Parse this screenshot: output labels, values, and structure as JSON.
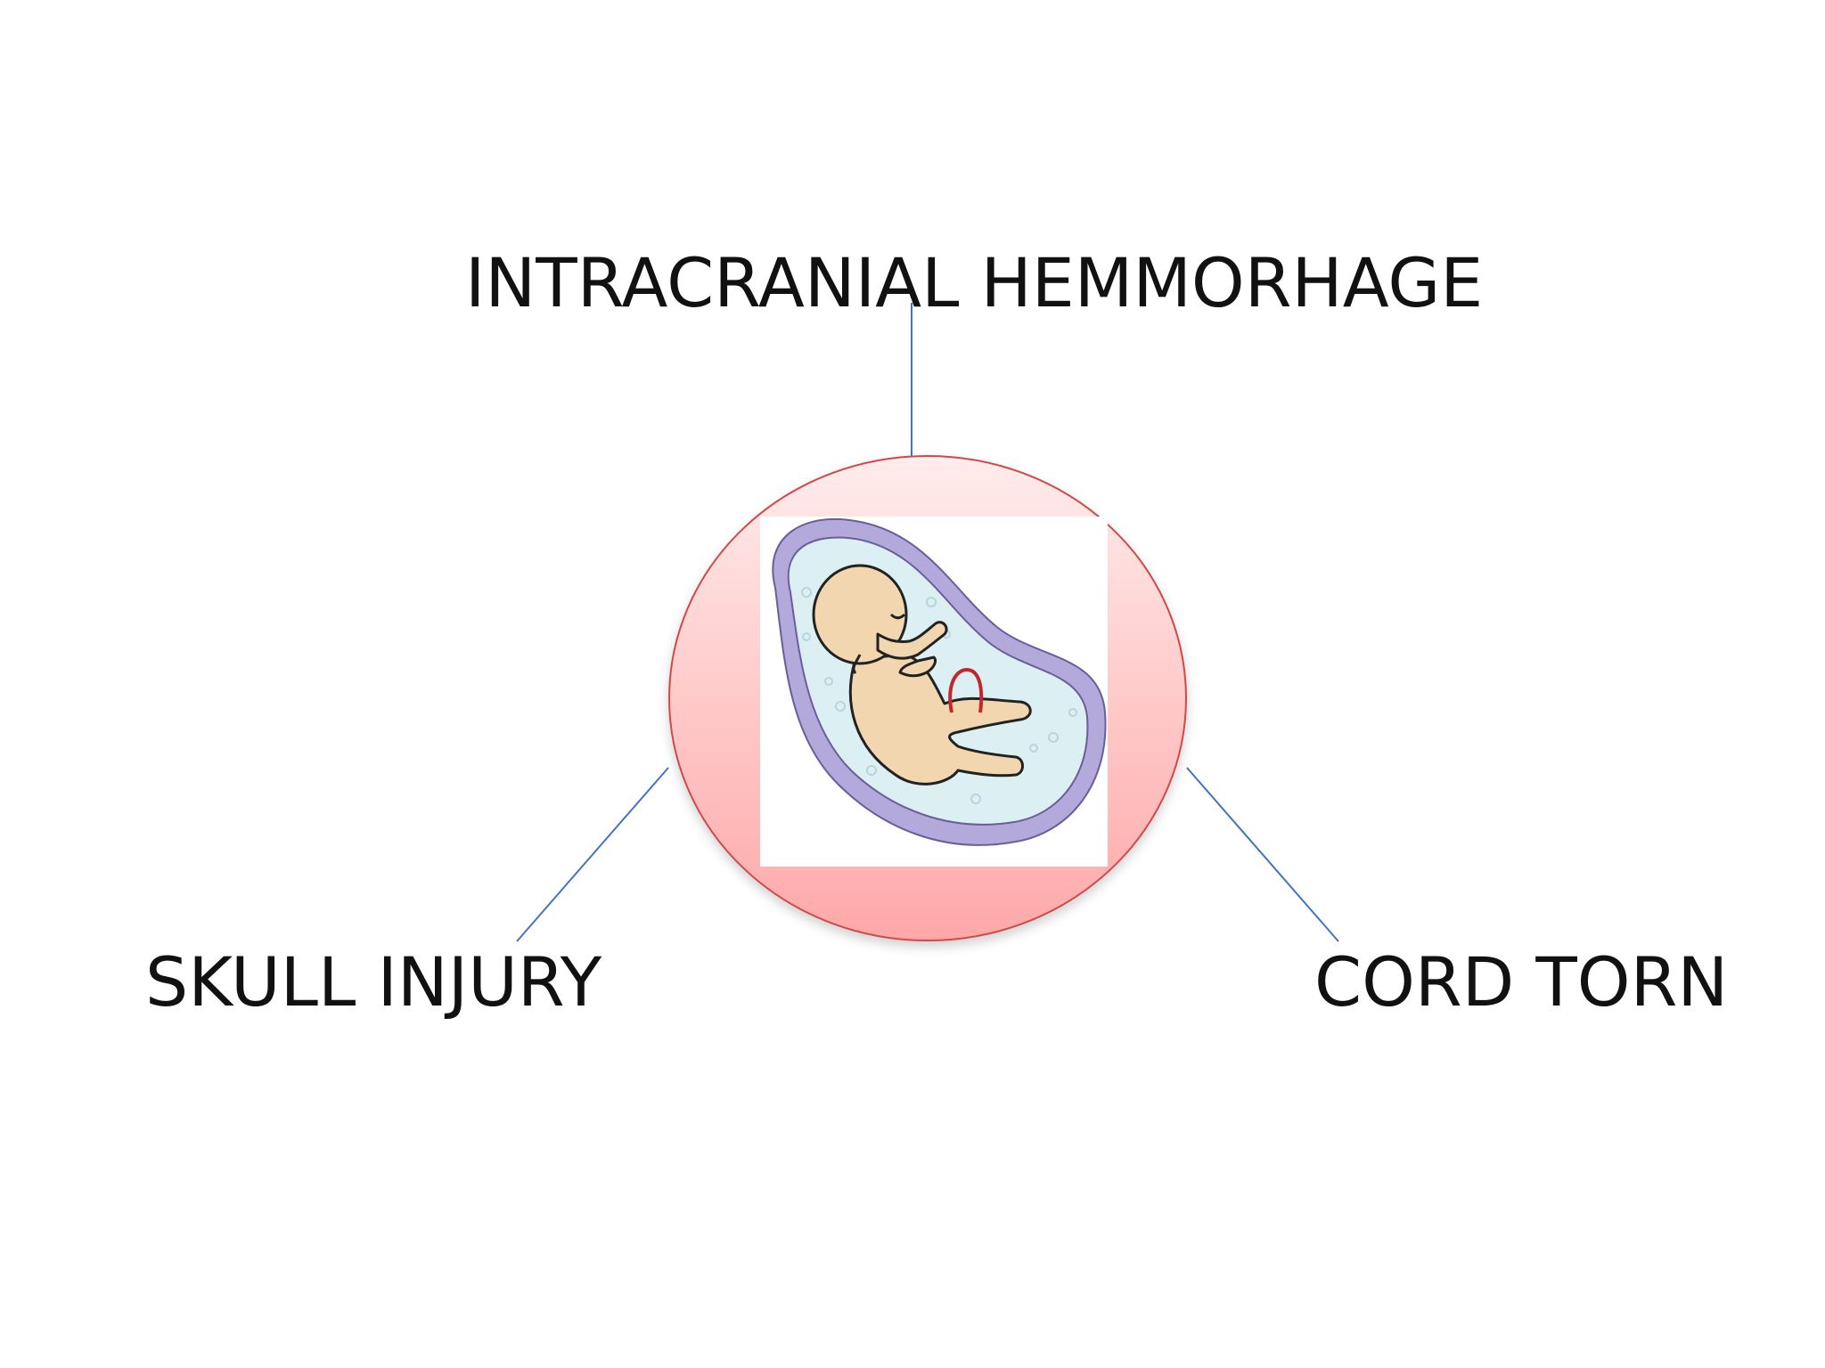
{
  "labels": {
    "top": "INTRACRANIAL HEMMORHAGE",
    "left": "SKULL INJURY",
    "right": "CORD TORN"
  },
  "colors": {
    "connector": "#4472c4",
    "circle_fill_top": "#ffecec",
    "circle_fill_bottom": "#ffa8a8",
    "circle_stroke": "#cf4a4a",
    "sac_outer": "#b3aadb",
    "sac_inner": "#dcf0f4",
    "skin": "#f2d6b0",
    "cord": "#c0282c"
  },
  "icons": {
    "center": "fetus-in-womb-icon"
  }
}
